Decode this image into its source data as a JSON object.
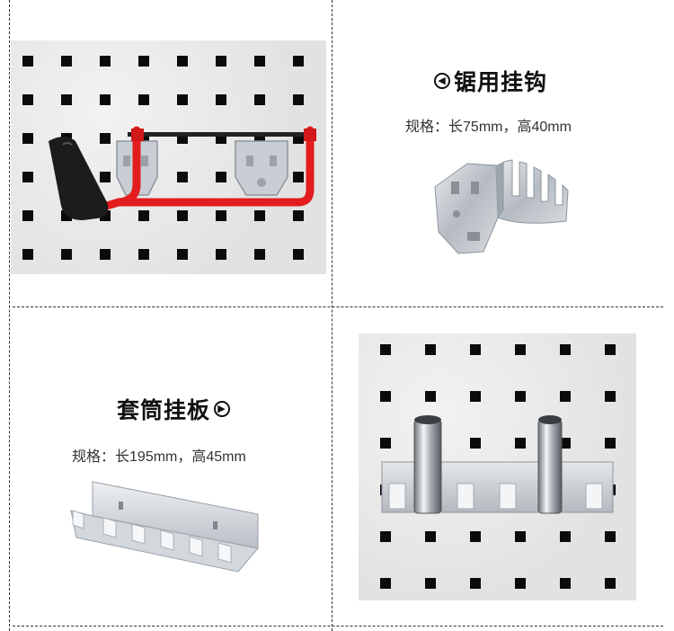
{
  "products": [
    {
      "title": "锯用挂钩",
      "spec_label": "规格：",
      "spec_value": "长75mm，高40mm",
      "icon": "arrow-left-circle-icon"
    },
    {
      "title": "套筒挂板",
      "spec_label": "规格：",
      "spec_value": "长195mm，高45mm",
      "icon": "arrow-right-circle-icon"
    }
  ],
  "colors": {
    "pegboard": "#e6e6e6",
    "hole": "#0b0b0b",
    "saw_frame": "#e31d1d",
    "saw_handle": "#1c1c1c",
    "metal": "#c9ced4"
  }
}
